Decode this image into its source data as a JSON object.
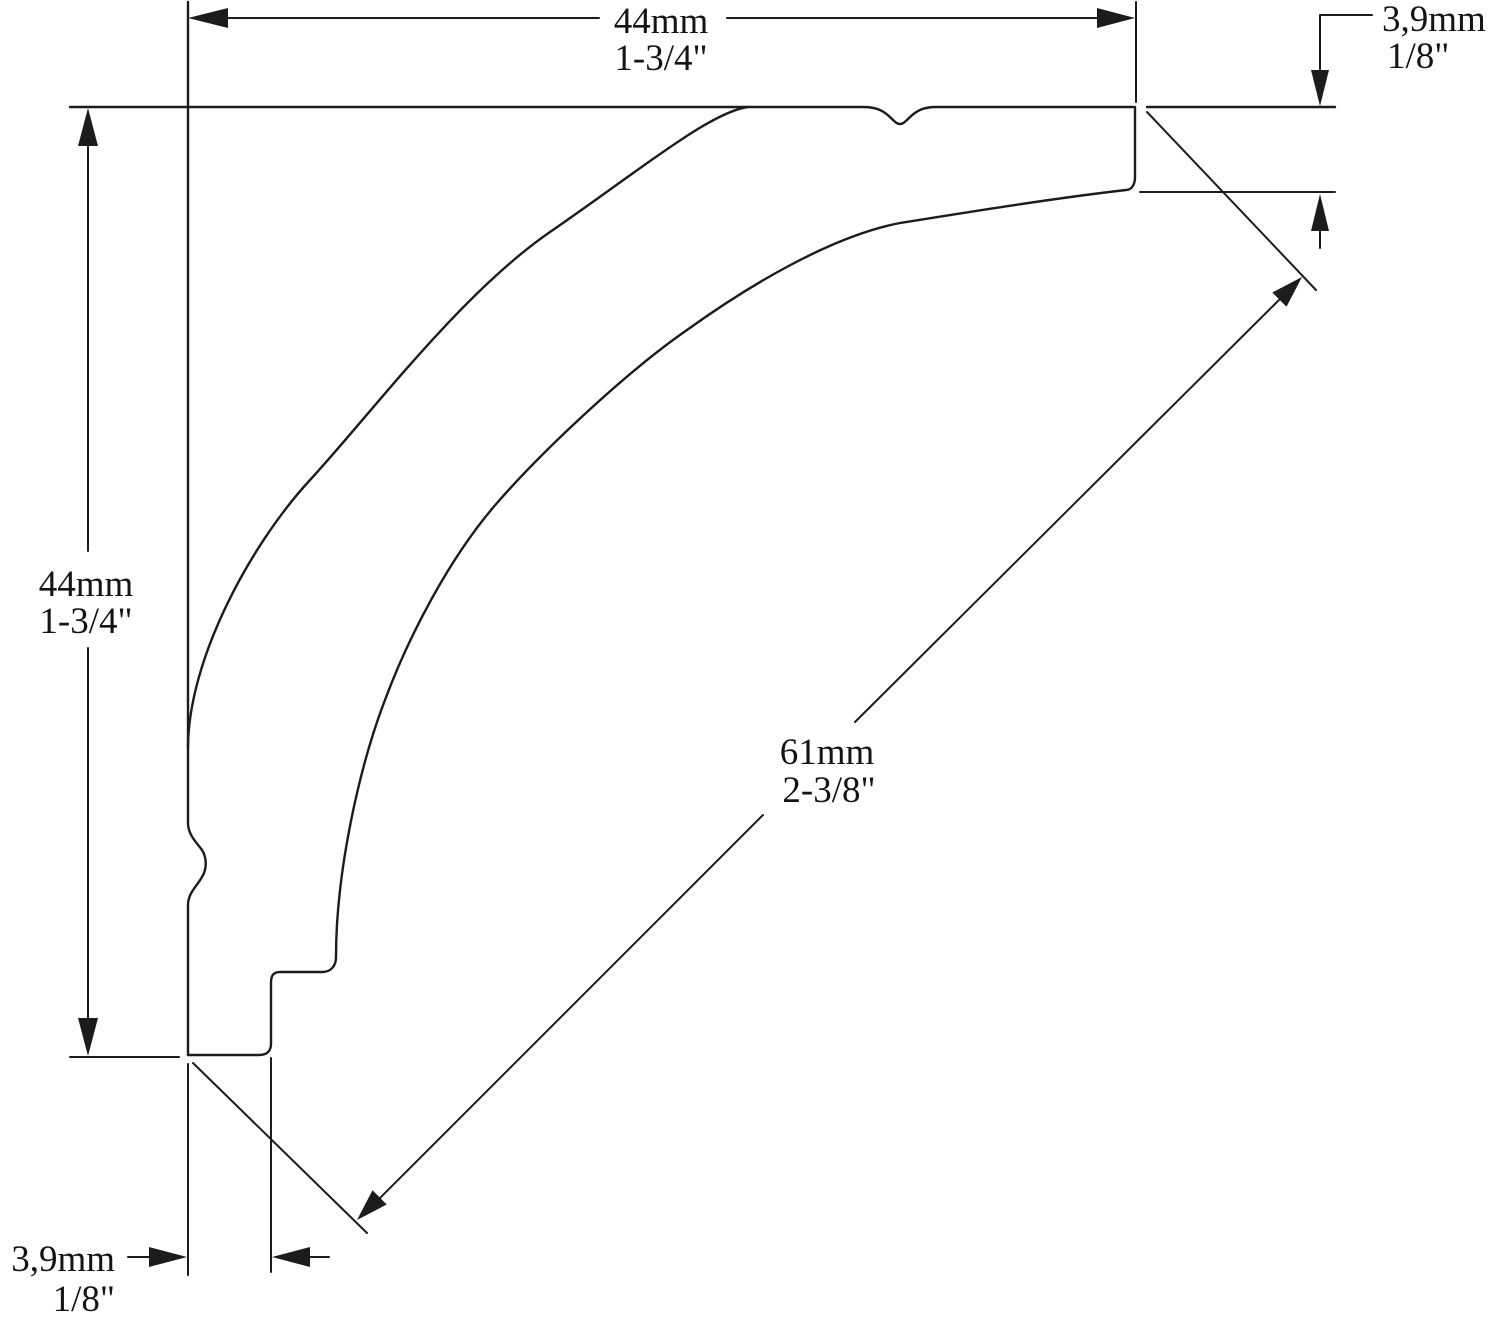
{
  "title": "Crown molding profile cross-section technical drawing",
  "colors": {
    "line": "#1c1c1c",
    "text": "#141414",
    "background": "#ffffff"
  },
  "dimensions": {
    "top_width": {
      "metric": "44mm",
      "imperial": "1-3/4\""
    },
    "left_height": {
      "metric": "44mm",
      "imperial": "1-3/4\""
    },
    "top_right_thickness": {
      "metric": "3,9mm",
      "imperial": "1/8\""
    },
    "bottom_left_thickness": {
      "metric": "3,9mm",
      "imperial": "1/8\""
    },
    "diagonal_face": {
      "metric": "61mm",
      "imperial": "2-3/8\""
    }
  }
}
